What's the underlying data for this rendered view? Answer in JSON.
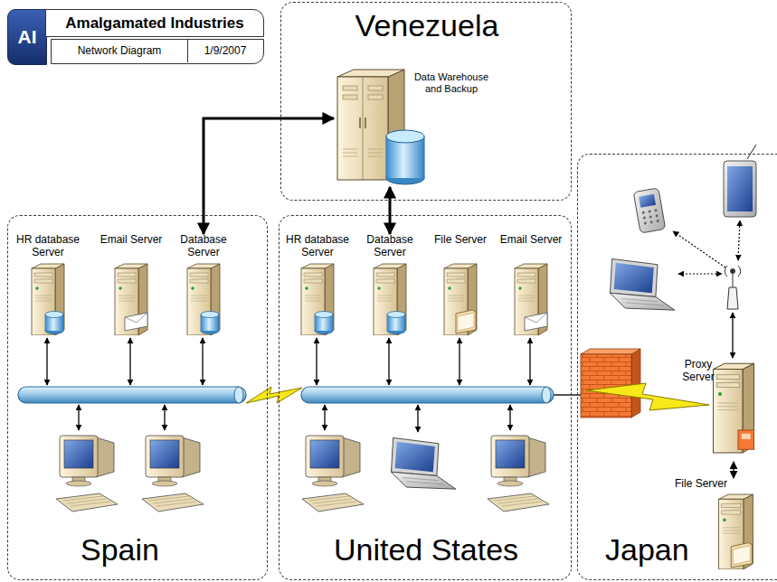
{
  "diagram": {
    "title": "Amalgamated Industries",
    "nodes": [
      {
        "text": [
          "Venezuela"
        ]
      },
      {
        "text": [
          "Data Warehouse and Backup"
        ],
        "in": 0
      },
      {
        "text": [
          "Spain"
        ]
      },
      {
        "text": [
          "HR database Server"
        ],
        "in": 2
      },
      {
        "text": [
          "Email Server"
        ],
        "in": 2
      },
      {
        "text": [
          "Database Server"
        ],
        "in": 2
      },
      {
        "text": [
          "United States"
        ]
      },
      {
        "text": [
          "HR database Server"
        ],
        "in": 6
      },
      {
        "text": [
          "Database Server"
        ],
        "in": 6
      },
      {
        "text": [
          "File Server"
        ],
        "in": 6
      },
      {
        "text": [
          "Email Server"
        ],
        "in": 6
      },
      {
        "text": [
          "Japan"
        ]
      },
      {
        "text": [
          "Proxy Server"
        ],
        "in": 11
      },
      {
        "text": [
          "File Server"
        ],
        "in": 11
      }
    ],
    "edges": [
      {
        "from": 5,
        "to": 1,
        "arrow": "both"
      },
      {
        "from": 8,
        "to": 1,
        "arrow": "both"
      },
      {
        "from": 12,
        "to": 13,
        "arrow": "both"
      }
    ],
    "labels": [
      "AI",
      "Network Diagram",
      "1/9/2007"
    ]
  }
}
